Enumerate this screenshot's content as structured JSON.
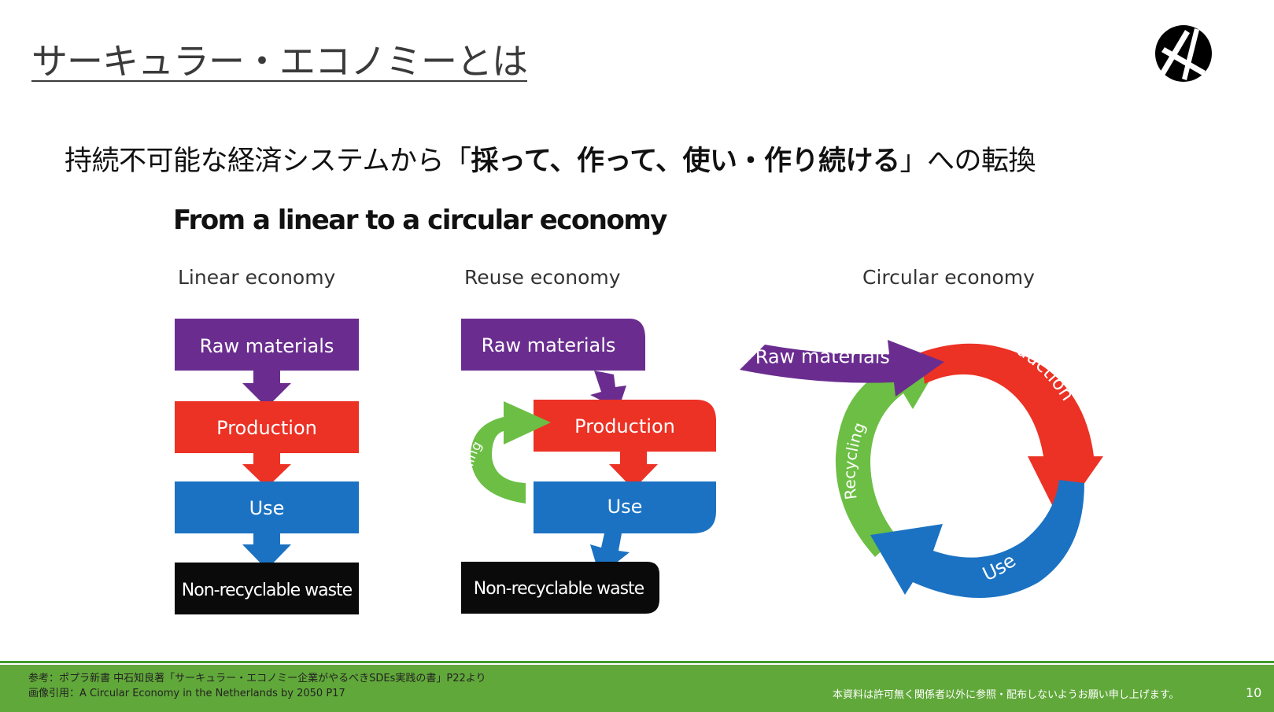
{
  "slide": {
    "title": "サーキュラー・エコノミーとは",
    "subtitle_prefix": "持続不可能な経済システムから「",
    "subtitle_bold": "採って、作って、使い・作り続ける",
    "subtitle_suffix": "」への転換"
  },
  "diagram": {
    "heading": "From a linear to a circular economy",
    "colors": {
      "raw": "#6a2d8f",
      "production": "#ec3125",
      "use": "#1b72c2",
      "waste": "#0a0a0a",
      "recycling": "#6cbf44"
    },
    "linear": {
      "label": "Linear economy",
      "raw": "Raw materials",
      "production": "Production",
      "use": "Use",
      "waste": "Non-recyclable waste"
    },
    "reuse": {
      "label": "Reuse economy",
      "raw": "Raw materials",
      "production": "Production",
      "use": "Use",
      "waste": "Non-recyclable waste",
      "recycling": "Recycling"
    },
    "circular": {
      "label": "Circular economy",
      "raw": "Raw materials",
      "production": "Production",
      "use": "Use",
      "recycling": "Recycling"
    }
  },
  "footer": {
    "reference": "参考：ポプラ新書 中石知良著「サーキュラー・エコノミー企業がやるべきSDEs実践の書」P22より",
    "image_credit": "画像引用：A Circular Economy in the Netherlands by 2050 P17",
    "notice": "本資料は許可無く関係者以外に参照・配布しないようお願い申し上げます。",
    "page_number": "10"
  }
}
